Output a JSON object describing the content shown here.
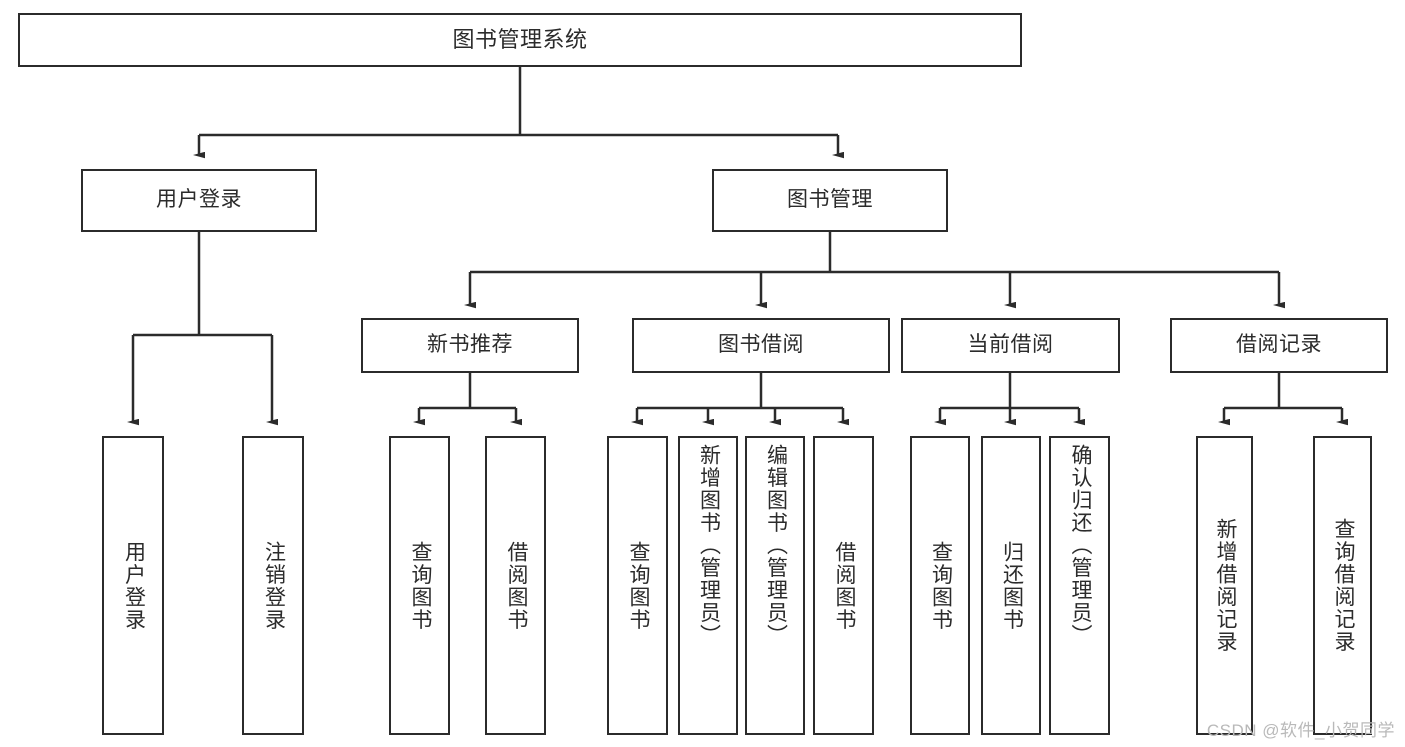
{
  "diagram": {
    "title": "图书管理系统",
    "type": "hierarchy-tree",
    "stroke_color": "#2b2b2b",
    "fill_color": "#ffffff",
    "text_color": "#2b2b2b"
  },
  "nodes": {
    "root": {
      "label": "图书管理系统"
    },
    "level2": [
      {
        "label": "用户登录"
      },
      {
        "label": "图书管理"
      }
    ],
    "level3": [
      {
        "label": "新书推荐"
      },
      {
        "label": "图书借阅"
      },
      {
        "label": "当前借阅"
      },
      {
        "label": "借阅记录"
      }
    ],
    "leaves": {
      "user_login": [
        {
          "label": "用户登录"
        },
        {
          "label": "注销登录"
        }
      ],
      "new_book": [
        {
          "label": "查询图书"
        },
        {
          "label": "借阅图书"
        }
      ],
      "book_borrow": [
        {
          "label": "查询图书"
        },
        {
          "label": "新增图书（管理员）"
        },
        {
          "label": "编辑图书（管理员）"
        },
        {
          "label": "借阅图书"
        }
      ],
      "current_borrow": [
        {
          "label": "查询图书"
        },
        {
          "label": "归还图书"
        },
        {
          "label": "确认归还（管理员）"
        }
      ],
      "borrow_record": [
        {
          "label": "新增借阅记录"
        },
        {
          "label": "查询借阅记录"
        }
      ]
    }
  },
  "watermark": {
    "text": "CSDN @软件_小贺同学"
  },
  "chart_data": {
    "type": "table",
    "title": "图书管理系统 功能结构图",
    "tree": {
      "name": "图书管理系统",
      "children": [
        {
          "name": "用户登录",
          "children": [
            {
              "name": "用户登录"
            },
            {
              "name": "注销登录"
            }
          ]
        },
        {
          "name": "图书管理",
          "children": [
            {
              "name": "新书推荐",
              "children": [
                {
                  "name": "查询图书"
                },
                {
                  "name": "借阅图书"
                }
              ]
            },
            {
              "name": "图书借阅",
              "children": [
                {
                  "name": "查询图书"
                },
                {
                  "name": "新增图书（管理员）"
                },
                {
                  "name": "编辑图书（管理员）"
                },
                {
                  "name": "借阅图书"
                }
              ]
            },
            {
              "name": "当前借阅",
              "children": [
                {
                  "name": "查询图书"
                },
                {
                  "name": "归还图书"
                },
                {
                  "name": "确认归还（管理员）"
                }
              ]
            },
            {
              "name": "借阅记录",
              "children": [
                {
                  "name": "新增借阅记录"
                },
                {
                  "name": "查询借阅记录"
                }
              ]
            }
          ]
        }
      ]
    }
  }
}
